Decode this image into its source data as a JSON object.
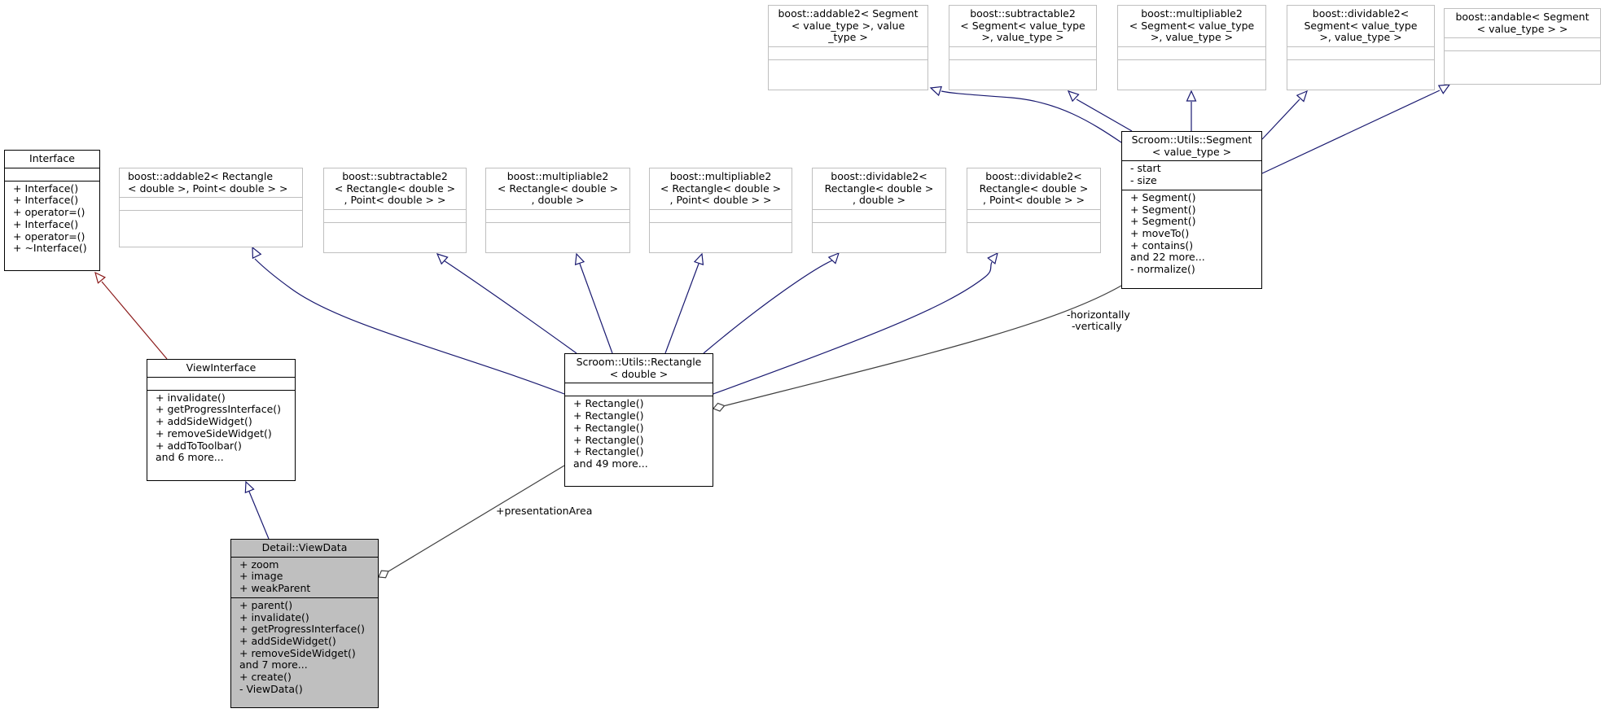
{
  "colors": {
    "inherit_edge": "#191970",
    "interface_edge": "#8b1a1a",
    "aggregation_edge": "#404040",
    "selected_fill": "#bfbfbf",
    "external_border": "#bfbfbf"
  },
  "classes": {
    "interface": {
      "title": "Interface",
      "attributes": [],
      "methods": [
        "+ Interface()",
        "+ Interface()",
        "+ operator=()",
        "+ Interface()",
        "+ operator=()",
        "+ ~Interface()"
      ]
    },
    "view_interface": {
      "title": "ViewInterface",
      "attributes": [],
      "methods": [
        "+ invalidate()",
        "+ getProgressInterface()",
        "+ addSideWidget()",
        "+ removeSideWidget()",
        "+ addToToolbar()",
        "and 6 more..."
      ]
    },
    "view_data": {
      "title": "Detail::ViewData",
      "attributes": [
        "+ zoom",
        "+ image",
        "+ weakParent"
      ],
      "methods": [
        "+ parent()",
        "+ invalidate()",
        "+ getProgressInterface()",
        "+ addSideWidget()",
        "+ removeSideWidget()",
        "and 7 more...",
        "+ create()",
        "- ViewData()"
      ]
    },
    "rectangle": {
      "title": "Scroom::Utils::Rectangle\n< double >",
      "attributes": [],
      "methods": [
        "+ Rectangle()",
        "+ Rectangle()",
        "+ Rectangle()",
        "+ Rectangle()",
        "+ Rectangle()",
        "and 49 more..."
      ]
    },
    "segment": {
      "title": "Scroom::Utils::Segment\n< value_type >",
      "attributes": [
        "- start",
        "- size"
      ],
      "methods": [
        "+ Segment()",
        "+ Segment()",
        "+ Segment()",
        "+ moveTo()",
        "+ contains()",
        "and 22 more...",
        "- normalize()"
      ]
    },
    "addable2_rect": {
      "title": "boost::addable2< Rectangle\n< double >, Point< double > >"
    },
    "subtractable2_rect": {
      "title": "boost::subtractable2\n< Rectangle< double >\n, Point< double > >"
    },
    "multipliable2_rect_d": {
      "title": "boost::multipliable2\n< Rectangle< double >\n, double >"
    },
    "multipliable2_rect_p": {
      "title": "boost::multipliable2\n< Rectangle< double >\n, Point< double > >"
    },
    "dividable2_rect_d": {
      "title": "boost::dividable2<\nRectangle< double >\n, double >"
    },
    "dividable2_rect_p": {
      "title": "boost::dividable2<\nRectangle< double >\n, Point< double > >"
    },
    "addable2_seg": {
      "title": "boost::addable2< Segment\n< value_type >, value\n_type >"
    },
    "subtractable2_seg": {
      "title": "boost::subtractable2\n< Segment< value_type\n>, value_type >"
    },
    "multipliable2_seg": {
      "title": "boost::multipliable2\n< Segment< value_type\n>, value_type >"
    },
    "dividable2_seg": {
      "title": "boost::dividable2<\nSegment< value_type\n>, value_type >"
    },
    "andable_seg": {
      "title": "boost::andable< Segment\n< value_type > >"
    }
  },
  "edge_labels": {
    "presentation_area": "+presentationArea",
    "horizontally": "-horizontally",
    "vertically": "-vertically"
  }
}
